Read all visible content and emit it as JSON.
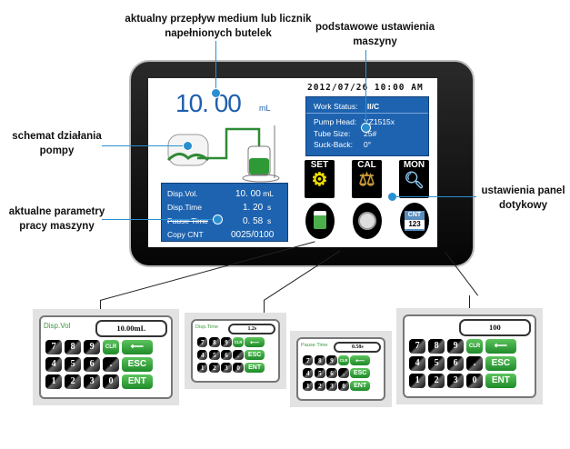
{
  "annotations": {
    "flow": [
      "aktualny przepływ medium lub licznik",
      "napełnionych butelek"
    ],
    "settings": [
      "podstawowe ustawienia",
      "maszyny"
    ],
    "pump": [
      "schemat działania",
      "pompy"
    ],
    "params": [
      "aktualne parametry",
      "pracy maszyny"
    ],
    "panel": [
      "ustawienia panel",
      "dotykowy"
    ]
  },
  "screen": {
    "big_value": "10. 00",
    "big_unit": "mL",
    "datetime": "2012/07/26 10:00 AM",
    "status": {
      "work_label": "Work Status:",
      "work_value": "II/C",
      "rows": [
        {
          "label": "Pump Head:",
          "value": "YZ1515x"
        },
        {
          "label": "Tube Size:",
          "value": "25#"
        },
        {
          "label": "Suck-Back:",
          "value": "0°"
        }
      ]
    },
    "params": [
      {
        "label": "Disp.Vol.",
        "value": "10. 00",
        "unit": "mL"
      },
      {
        "label": "Disp.Time",
        "value": "1. 20",
        "unit": "s"
      },
      {
        "label": "Pause Time",
        "value": "0. 58",
        "unit": "s"
      },
      {
        "label": "Copy CNT",
        "value": "0025/0100",
        "unit": ""
      }
    ],
    "buttons": {
      "set": "SET",
      "cal": "CAL",
      "mon": "MON",
      "cnt": "CNT",
      "cnt_num": "123"
    }
  },
  "keypads": [
    {
      "label": "Disp.Vol",
      "value": "10.00mL"
    },
    {
      "label": "Disp.Time",
      "value": "1.2s"
    },
    {
      "label": "Pause Time",
      "value": "0.58s"
    },
    {
      "label": "",
      "value": "100"
    }
  ],
  "keys": {
    "rows": [
      [
        "7",
        "8",
        "9"
      ],
      [
        "4",
        "5",
        "6"
      ],
      [
        "1",
        "2",
        "3"
      ]
    ],
    "dot": ".",
    "zero": "0",
    "clr": "CLR",
    "back": "⟵",
    "esc": "ESC",
    "ent": "ENT"
  },
  "colors": {
    "accent": "#2a8fd0",
    "panel_blue": "#1e63b0",
    "green": "#2e9a35"
  }
}
